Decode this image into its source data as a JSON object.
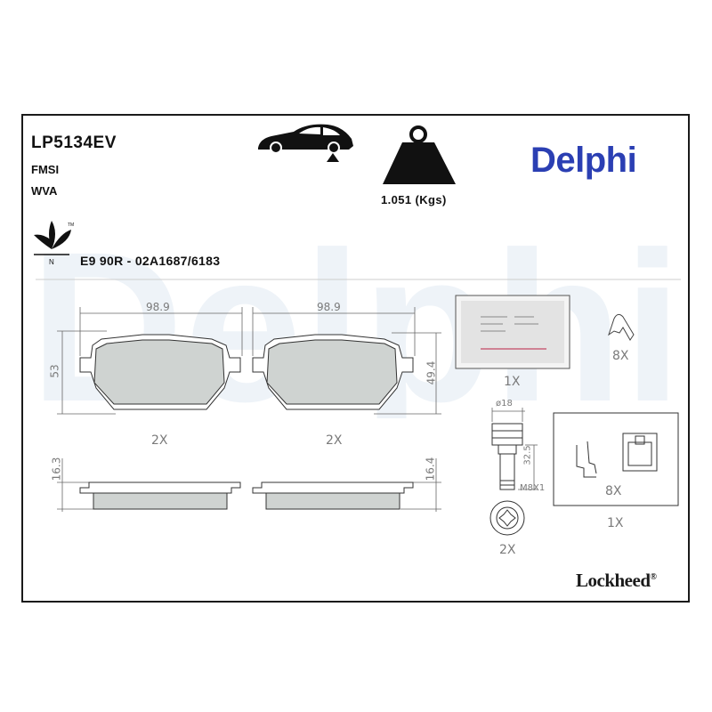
{
  "header": {
    "part_number": "LP5134EV",
    "fmsi_label": "FMSI",
    "wva_label": "WVA",
    "approval": "E9 90R - 02A1687/6183",
    "weight": "1.051 (Kgs)",
    "brand": "Delphi",
    "watermark": "Delphi",
    "eco_mark_letter": "N",
    "eco_mark_tm": "TM"
  },
  "footer": {
    "brand": "Lockheed",
    "registered": "®"
  },
  "dimensions": {
    "pad_left_width": "98.9",
    "pad_right_width": "98.9",
    "pad_left_height": "53",
    "pad_right_height": "49.4",
    "pad_left_thickness": "16.3",
    "pad_right_thickness": "16.4",
    "bolt_head_diameter": "ø18",
    "bolt_length": "32.5",
    "bolt_thread": "M8X1"
  },
  "quantities": {
    "pads": "2X",
    "pads_right": "2X",
    "grease_packet": "1X",
    "spring_clip": "8X",
    "bolt": "2X",
    "clip_kit_inner": "8X",
    "clip_kit": "1X"
  },
  "colors": {
    "brand_blue": "#2b3fb3",
    "pad_fill": "#cfd3d1",
    "watermark": "#eef3f8"
  },
  "icons": {
    "car": "car-icon",
    "weight": "weight-icon",
    "eco": "eco-leaf-icon"
  }
}
